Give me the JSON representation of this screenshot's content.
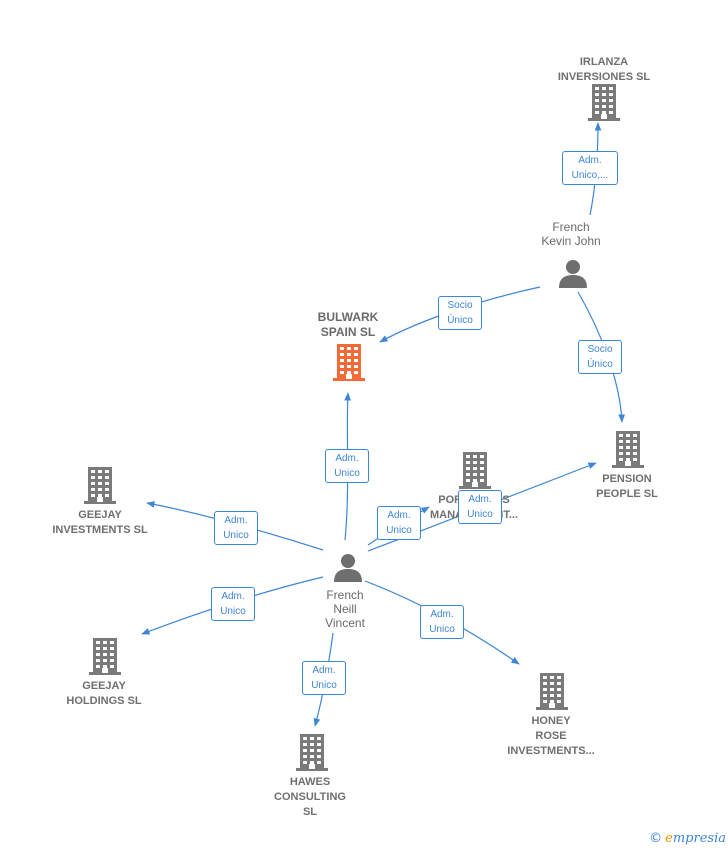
{
  "colors": {
    "edge": "#3d85d6",
    "building": "#7a7a7a",
    "focus": "#f26a35",
    "person": "#6e6e6e"
  },
  "nodes": {
    "irlanza": {
      "label": [
        "IRLANZA",
        "INVERSIONES SL"
      ],
      "icon": "building-icon"
    },
    "french_kevin": {
      "label": [
        "French",
        "Kevin John"
      ],
      "icon": "person-icon"
    },
    "bulwark": {
      "label": [
        "BULWARK",
        "SPAIN  SL"
      ],
      "icon": "building-icon",
      "focus": true
    },
    "pension": {
      "label": [
        "PENSION",
        "PEOPLE  SL"
      ],
      "icon": "building-icon"
    },
    "portfolio": {
      "label": [
        "PORTFOLIOS",
        "MANAGEMENT..."
      ],
      "icon": "building-icon"
    },
    "geejay_inv": {
      "label": [
        "GEEJAY",
        "INVESTMENTS SL"
      ],
      "icon": "building-icon"
    },
    "french_neill": {
      "label": [
        "French",
        "Neill",
        "Vincent"
      ],
      "icon": "person-icon"
    },
    "geejay_hold": {
      "label": [
        "GEEJAY",
        "HOLDINGS SL"
      ],
      "icon": "building-icon"
    },
    "hawes": {
      "label": [
        "HAWES",
        "CONSULTING",
        "SL"
      ],
      "icon": "building-icon"
    },
    "honey": {
      "label": [
        "HONEY",
        "ROSE",
        "INVESTMENTS..."
      ],
      "icon": "building-icon"
    }
  },
  "edges": [
    {
      "id": "kevin_irlanza",
      "from": "french_kevin",
      "to": "irlanza",
      "label": [
        "Adm.",
        "Unico,..."
      ]
    },
    {
      "id": "kevin_bulwark",
      "from": "french_kevin",
      "to": "bulwark",
      "label": [
        "Socio",
        "Único"
      ]
    },
    {
      "id": "kevin_pension",
      "from": "french_kevin",
      "to": "pension",
      "label": [
        "Socio",
        "Único"
      ]
    },
    {
      "id": "neill_bulwark",
      "from": "french_neill",
      "to": "bulwark",
      "label": [
        "Adm.",
        "Unico"
      ]
    },
    {
      "id": "neill_portfolio",
      "from": "french_neill",
      "to": "portfolio",
      "label": [
        "Adm.",
        "Unico"
      ]
    },
    {
      "id": "neill_pension",
      "from": "french_neill",
      "to": "pension",
      "label": [
        "Adm.",
        "Unico"
      ]
    },
    {
      "id": "neill_geejay_inv",
      "from": "french_neill",
      "to": "geejay_inv",
      "label": [
        "Adm.",
        "Unico"
      ]
    },
    {
      "id": "neill_geejay_hold",
      "from": "french_neill",
      "to": "geejay_hold",
      "label": [
        "Adm.",
        "Unico"
      ]
    },
    {
      "id": "neill_hawes",
      "from": "french_neill",
      "to": "hawes",
      "label": [
        "Adm.",
        "Unico"
      ]
    },
    {
      "id": "neill_honey",
      "from": "french_neill",
      "to": "honey",
      "label": [
        "Adm.",
        "Unico"
      ]
    }
  ],
  "brand": {
    "copyright": "©",
    "initial": "e",
    "rest": "mpresia"
  }
}
